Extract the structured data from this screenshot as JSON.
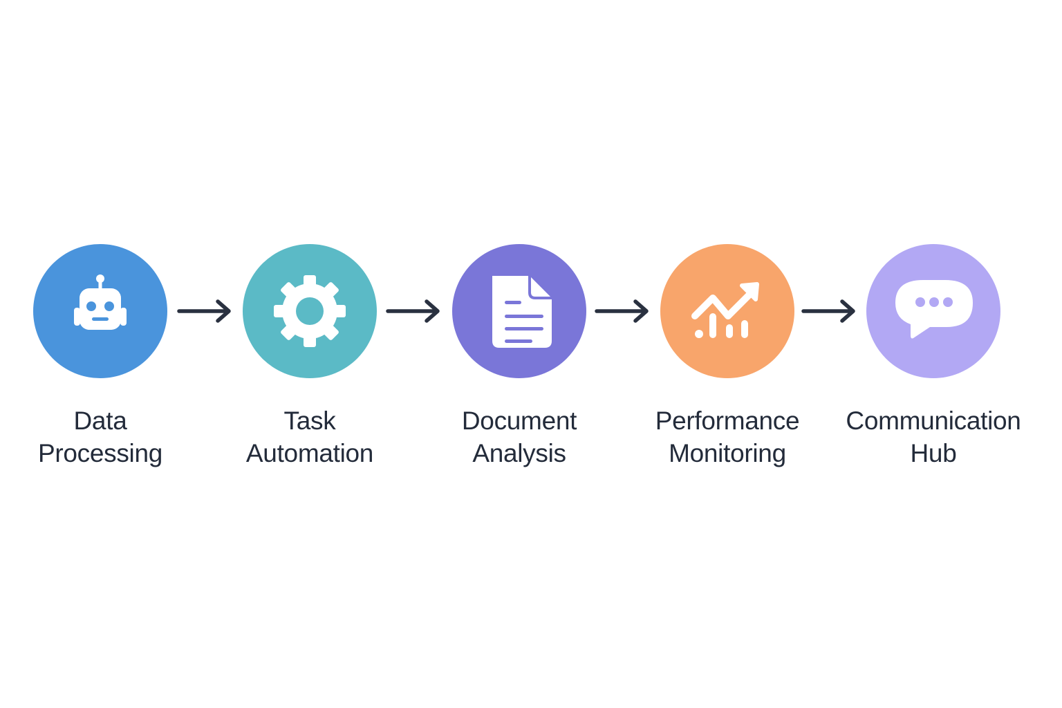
{
  "diagram": {
    "type": "process-flow",
    "steps": [
      {
        "id": "data-processing",
        "line1": "Data",
        "line2": "Processing",
        "icon": "robot-icon",
        "color": "#4a94dc"
      },
      {
        "id": "task-automation",
        "line1": "Task",
        "line2": "Automation",
        "icon": "gear-icon",
        "color": "#5bbac6"
      },
      {
        "id": "document-analysis",
        "line1": "Document",
        "line2": "Analysis",
        "icon": "document-icon",
        "color": "#7a76d8"
      },
      {
        "id": "performance-monitoring",
        "line1": "Performance",
        "line2": "Monitoring",
        "icon": "trend-chart-icon",
        "color": "#f8a56b"
      },
      {
        "id": "communication-hub",
        "line1": "Communication",
        "line2": "Hub",
        "icon": "chat-bubble-icon",
        "color": "#b2a8f4"
      }
    ],
    "arrow_color": "#2a3140",
    "text_color": "#232b3a"
  }
}
